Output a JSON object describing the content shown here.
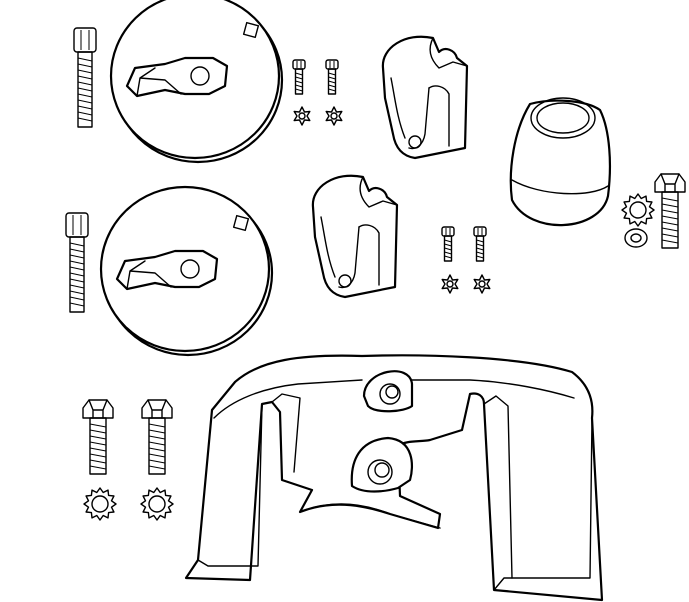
{
  "diagram": {
    "kind": "anode-kit-exploded-view",
    "colors": {
      "line": "#000000",
      "background": "#ffffff"
    },
    "parts": [
      "disc-anode-top",
      "disc-anode-bottom",
      "bolt-long-top",
      "bolt-long-bottom",
      "small-screws-pair-top",
      "small-screws-pair-middle",
      "bracket-anode-top",
      "bracket-anode-middle",
      "bullet-anode",
      "bolt-right-with-washers",
      "trim-tab-anode",
      "hex-bolts-pair-with-lock-washers"
    ]
  }
}
